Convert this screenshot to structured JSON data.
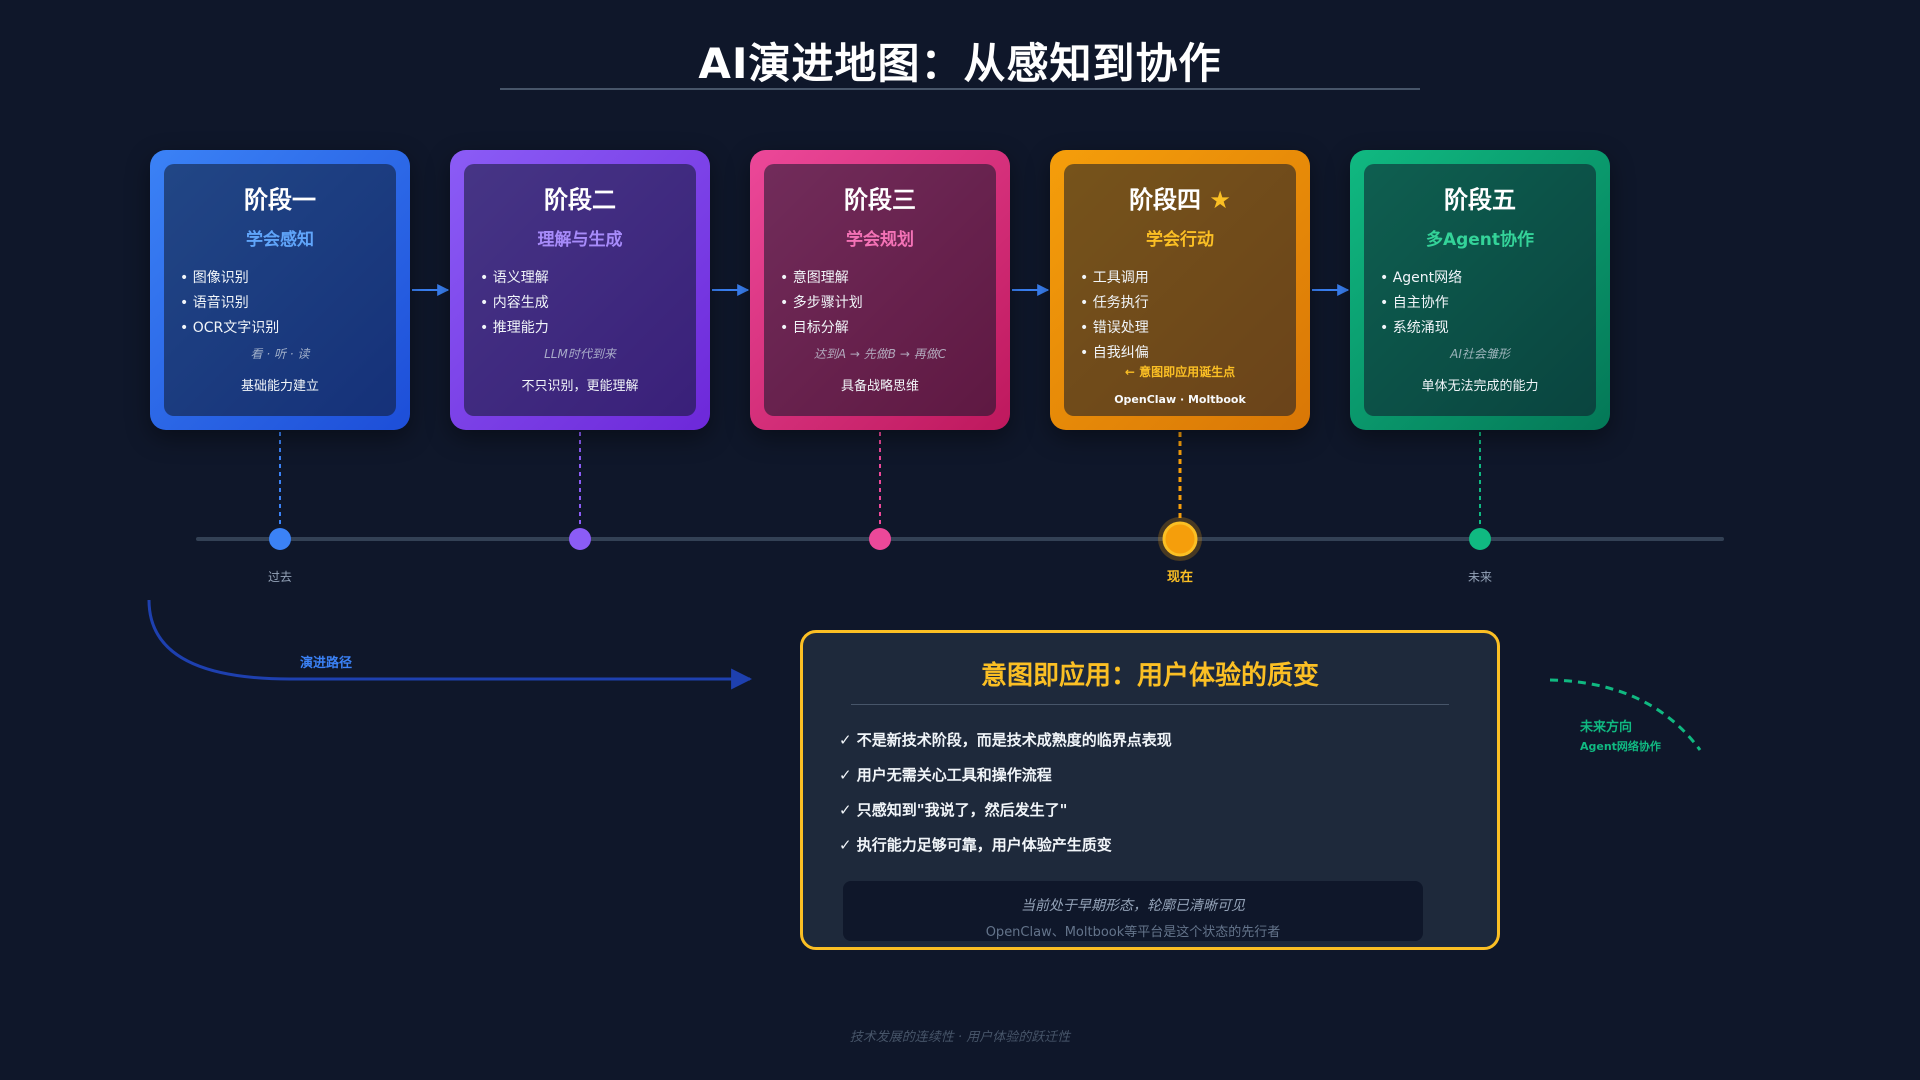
{
  "title": "AI演进地图：从感知到协作",
  "colors": {
    "background": "#0f172a",
    "stage1": "#3b82f6",
    "stage2": "#8b5cf6",
    "stage3": "#ec4899",
    "stage4": "#f59e0b",
    "stage5": "#10b981",
    "panel_accent": "#fbbf24"
  },
  "stages": [
    {
      "name": "阶段一",
      "subtitle": "学会感知",
      "items": [
        "• 图像识别",
        "• 语音识别",
        "• OCR文字识别"
      ],
      "note": "看 · 听 · 读",
      "footer": "基础能力建立",
      "subtitle_color": "#60a5fa"
    },
    {
      "name": "阶段二",
      "subtitle": "理解与生成",
      "items": [
        "• 语义理解",
        "• 内容生成",
        "• 推理能力"
      ],
      "note": "LLM时代到来",
      "footer": "不只识别，更能理解",
      "subtitle_color": "#a78bfa"
    },
    {
      "name": "阶段三",
      "subtitle": "学会规划",
      "items": [
        "• 意图理解",
        "• 多步骤计划",
        "• 目标分解"
      ],
      "note": "达到A → 先做B → 再做C",
      "footer": "具备战略思维",
      "subtitle_color": "#f472b6"
    },
    {
      "name": "阶段四",
      "star": "★",
      "subtitle": "学会行动",
      "items": [
        "• 工具调用",
        "• 任务执行",
        "• 错误处理",
        "• 自我纠偏"
      ],
      "note": "← 意图即应用诞生点",
      "footer": "OpenClaw · Moltbook",
      "subtitle_color": "#fbbf24"
    },
    {
      "name": "阶段五",
      "subtitle": "多Agent协作",
      "items": [
        "• Agent网络",
        "• 自主协作",
        "• 系统涌现"
      ],
      "note": "AI社会雏形",
      "footer": "单体无法完成的能力",
      "subtitle_color": "#34d399"
    }
  ],
  "timeline": {
    "past": "过去",
    "now": "现在",
    "future": "未来"
  },
  "path_label": "演进路径",
  "future_direction": {
    "label": "未来方向",
    "sub": "Agent网络协作"
  },
  "panel": {
    "title": "意图即应用：用户体验的质变",
    "items": [
      "✓ 不是新技术阶段，而是技术成熟度的临界点表现",
      "✓ 用户无需关心工具和操作流程",
      "✓ 只感知到\"我说了，然后发生了\"",
      "✓ 执行能力足够可靠，用户体验产生质变"
    ],
    "box_line1": "当前处于早期形态，轮廓已清晰可见",
    "box_line2": "OpenClaw、Moltbook等平台是这个状态的先行者"
  },
  "footer": "技术发展的连续性 · 用户体验的跃迁性"
}
